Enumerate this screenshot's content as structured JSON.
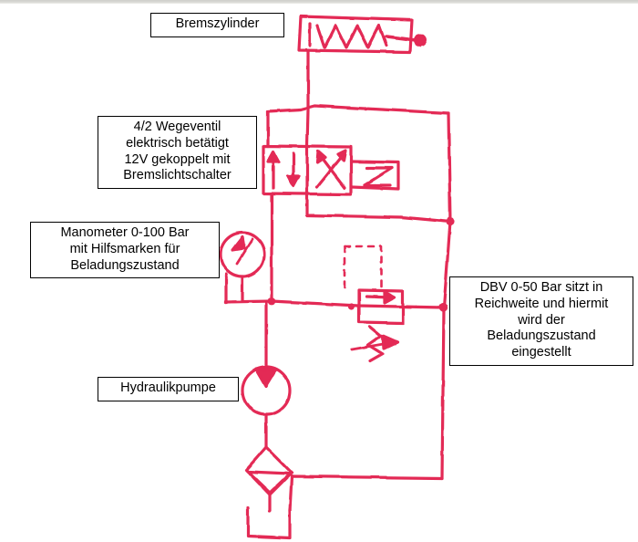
{
  "diagram": {
    "kind": "hand-drawn hydraulic circuit schematic",
    "ink_color": "#e32955",
    "background_color": "#ffffff",
    "label_border_color": "#000000",
    "label_text_color": "#000000"
  },
  "labels": {
    "brake_cylinder": "Bremszylinder",
    "directional_valve": "4/2 Wegeventil\nelektrisch betätigt\n12V gekoppelt mit\nBremslichtschalter",
    "pressure_gauge": "Manometer 0-100 Bar\nmit Hilfsmarken für\nBeladungszustand",
    "relief_valve": "DBV 0-50 Bar sitzt in\nReichweite und hiermit\nwird der\nBeladungszustand\neingestellt",
    "pump": "Hydraulikpumpe"
  },
  "components": [
    {
      "name": "brake-cylinder",
      "symbol": "spring-return cylinder with piston rod"
    },
    {
      "name": "directional-control-valve",
      "symbol": "4/2 solenoid operated valve, two positions"
    },
    {
      "name": "pressure-gauge",
      "symbol": "manometer circle with needle"
    },
    {
      "name": "pressure-relief-valve",
      "symbol": "DBV with spring and pilot line"
    },
    {
      "name": "hydraulic-pump",
      "symbol": "circle with filled delivery triangle"
    },
    {
      "name": "filter",
      "symbol": "diamond with funnel"
    },
    {
      "name": "reservoir",
      "symbol": "open tank"
    }
  ]
}
